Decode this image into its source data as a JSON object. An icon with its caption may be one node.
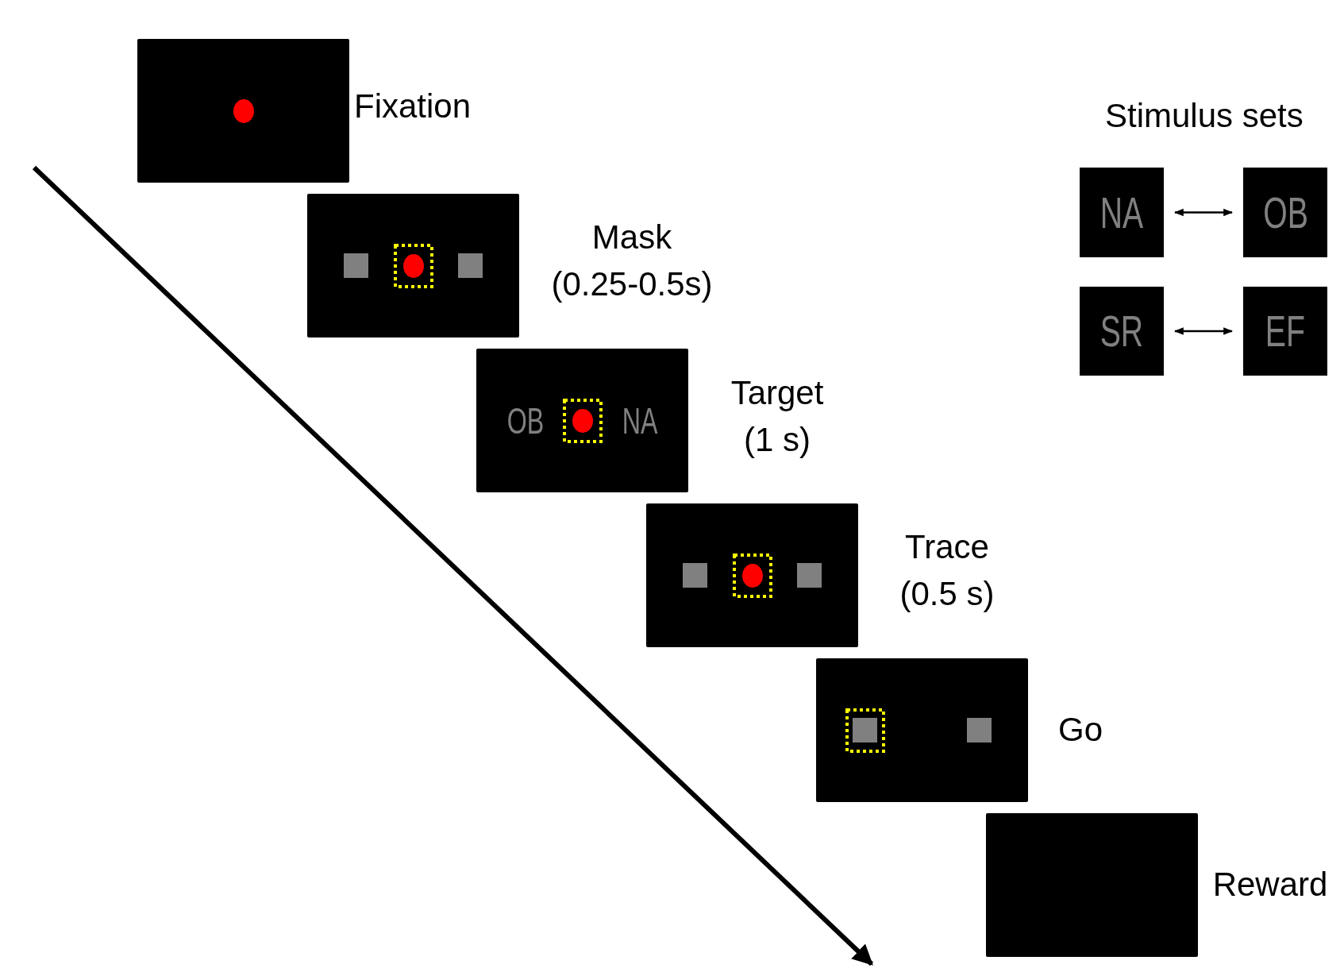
{
  "diagram": {
    "nodes": [
      {
        "text": [],
        "shape": "box",
        "beside": [
          "Fixation"
        ]
      },
      {
        "text": [],
        "shape": "box",
        "beside": [
          "Mask (0.25-0.5s)"
        ]
      },
      {
        "text": [
          "OB",
          "NA"
        ],
        "beside": [
          "Target (1 s)"
        ]
      },
      {
        "text": [],
        "shape": "box",
        "beside": [
          "Trace (0.5 s)"
        ]
      },
      {
        "text": [],
        "shape": "box",
        "beside": [
          "Go"
        ]
      },
      {
        "text": [],
        "shape": "box",
        "beside": [
          "Reward"
        ]
      },
      {
        "text": [
          "NA"
        ]
      },
      {
        "text": [
          "OB"
        ]
      },
      {
        "text": [
          "SR"
        ]
      },
      {
        "text": [
          "EF"
        ]
      }
    ],
    "edges": [
      {
        "from": 6,
        "to": 7,
        "arrow": "both"
      },
      {
        "from": 8,
        "to": 9,
        "arrow": "both"
      }
    ],
    "labels": [
      "Stimulus sets"
    ]
  }
}
